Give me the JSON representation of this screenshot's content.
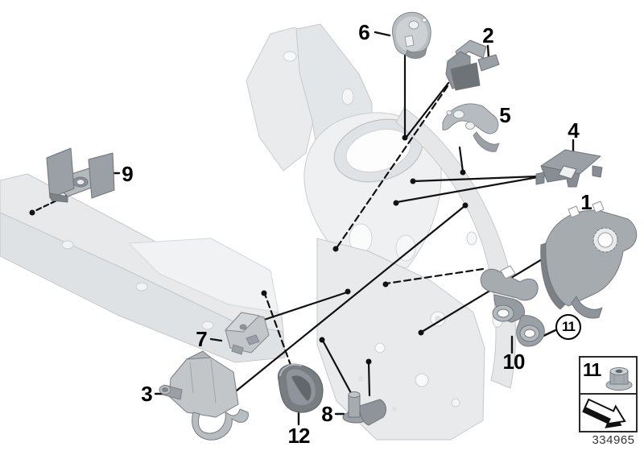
{
  "diagram": {
    "title_semantic": "front-body-bracket-parts-diagram",
    "catalog_number": "334965",
    "callouts": [
      {
        "number": "1",
        "leader": "solid"
      },
      {
        "number": "2",
        "leader": "solid+dashed"
      },
      {
        "number": "3",
        "leader": "solid"
      },
      {
        "number": "4",
        "leader": "solid-double"
      },
      {
        "number": "5",
        "leader": "solid"
      },
      {
        "number": "6",
        "leader": "solid"
      },
      {
        "number": "7",
        "leader": "solid"
      },
      {
        "number": "8",
        "leader": "solid-double"
      },
      {
        "number": "9",
        "leader": "dashed"
      },
      {
        "number": "10",
        "leader": "dashed"
      },
      {
        "number": "11",
        "leader": "circled"
      },
      {
        "number": "12",
        "leader": "dashed"
      }
    ],
    "circled_callout": {
      "number": "11"
    },
    "legend": {
      "number": "11",
      "icons": [
        "hex-flange-nut-icon",
        "direction-arrow-icon"
      ]
    },
    "colors": {
      "line": "#111111",
      "body_light": "#eceeef",
      "body_shade": "#dfe2e4",
      "part_gray": "#a6abb0",
      "part_dark": "#787d82",
      "background": "#ffffff"
    }
  }
}
